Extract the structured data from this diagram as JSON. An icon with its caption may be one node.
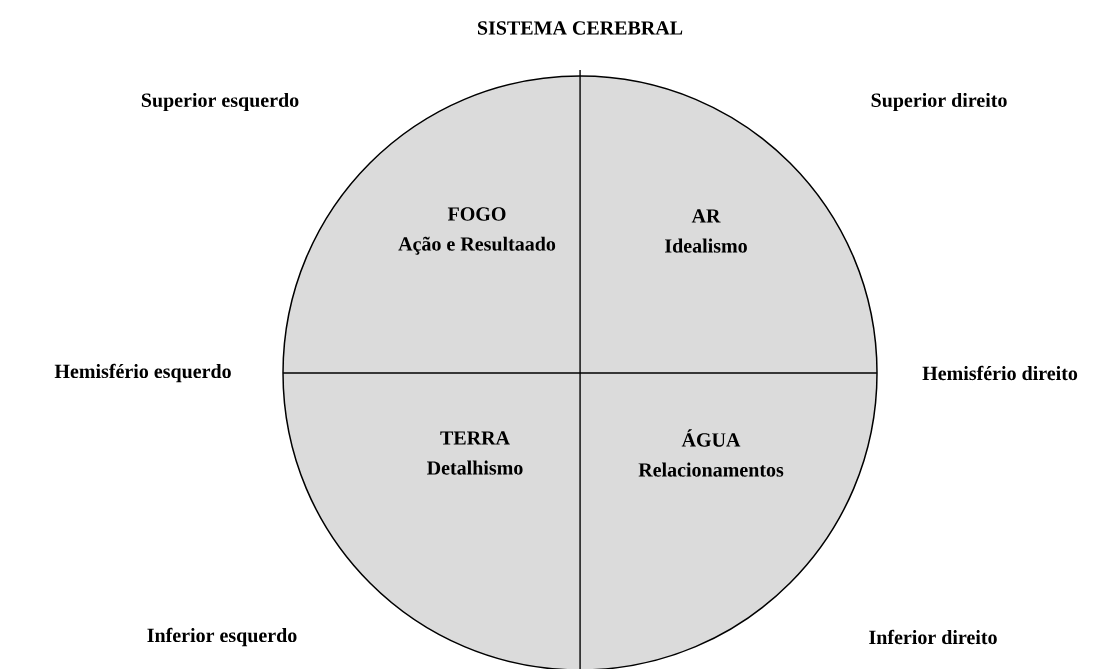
{
  "diagram": {
    "title": "SISTEMA CEREBRAL",
    "nodes": [
      {
        "text": [],
        "shape": "circle"
      },
      {
        "text": [
          "FOGO",
          "Ação e Resultaado"
        ],
        "in": 0
      },
      {
        "text": [
          "AR",
          "Idealismo"
        ],
        "in": 0
      },
      {
        "text": [
          "TERRA",
          "Detalhismo"
        ],
        "in": 0
      },
      {
        "text": [
          "ÁGUA",
          "Relacionamentos"
        ],
        "in": 0
      }
    ],
    "labels": [
      "Superior esquerdo",
      "Superior direito",
      "Hemisfério esquerdo",
      "Hemisfério direito",
      "Inferior esquerdo",
      "Inferior direito"
    ]
  }
}
